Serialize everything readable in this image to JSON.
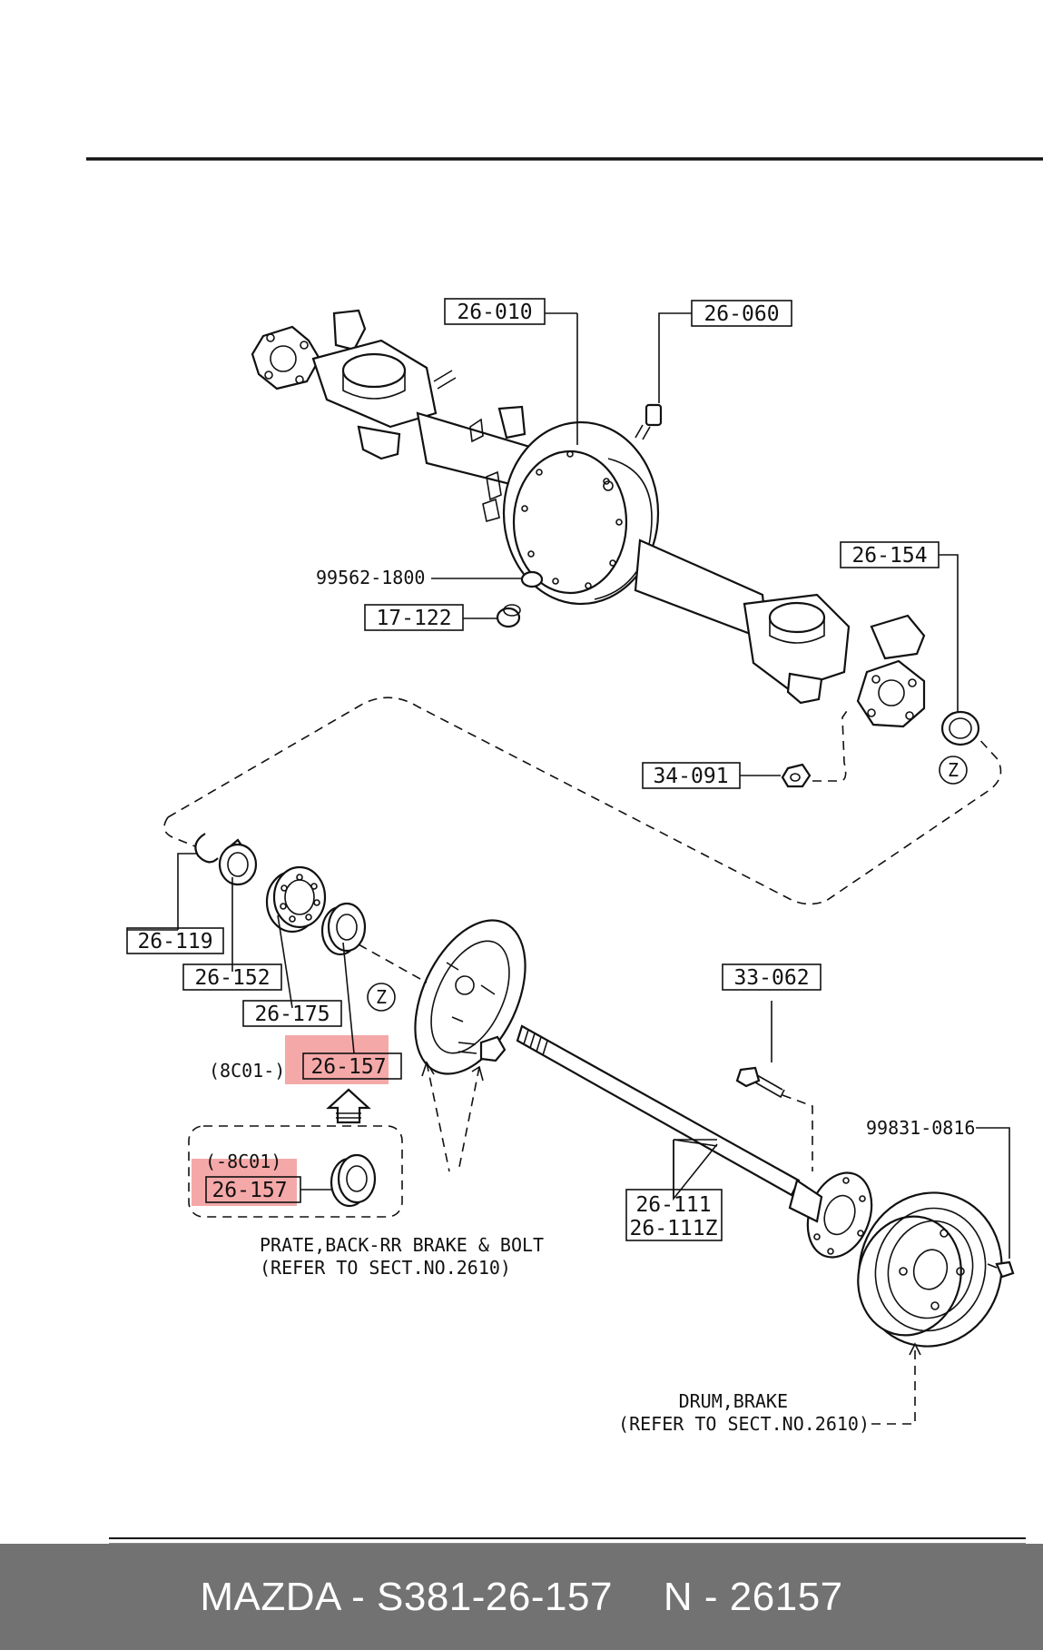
{
  "labels": {
    "axle_housing": "26-010",
    "breather": "26-060",
    "washer": "99562-1800",
    "drain_plug": "17-122",
    "oil_seal_outer": "26-154",
    "nut": "34-091",
    "snap_ring": "26-119",
    "bearing_collar": "26-152",
    "bearing": "26-175",
    "oil_seal_new": "26-157",
    "oil_seal_old": "26-157",
    "oil_seal_new_note": "(8C01-)",
    "oil_seal_old_note": "(-8C01)",
    "hub_bolt": "33-062",
    "axle_shaft_1": "26-111",
    "axle_shaft_2": "26-111Z",
    "drum_screw": "99831-0816",
    "ref_z1": "Z",
    "ref_z2": "Z",
    "plate_note_1": "PRATE,BACK-RR BRAKE & BOLT",
    "plate_note_2": "(REFER TO SECT.NO.2610)",
    "drum_note_1": "DRUM,BRAKE",
    "drum_note_2": "(REFER TO SECT.NO.2610)"
  },
  "highlight_color": "#f28b8b",
  "footer": {
    "part_number": "MAZDA - S381-26-157",
    "cross_ref": "N - 26157"
  }
}
